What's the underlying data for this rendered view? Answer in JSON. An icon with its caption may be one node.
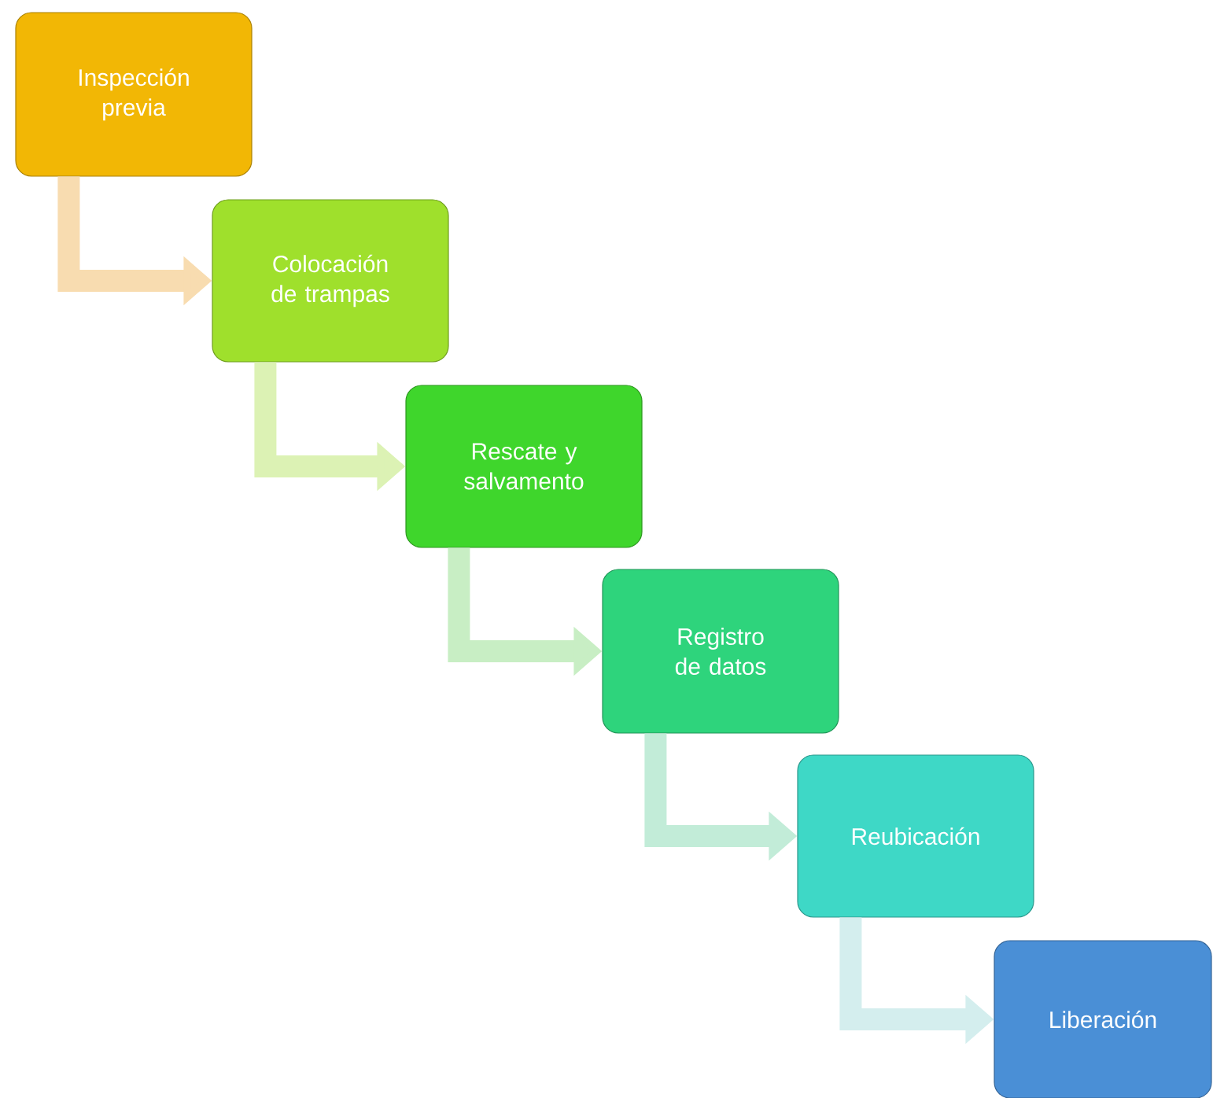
{
  "diagram": {
    "nodes": [
      {
        "text": [
          "Inspección previa"
        ]
      },
      {
        "text": [
          "Colocación de trampas"
        ]
      },
      {
        "text": [
          "Rescate y salvamento"
        ]
      },
      {
        "text": [
          "Registro de datos"
        ]
      },
      {
        "text": [
          "Reubicación"
        ]
      },
      {
        "text": [
          "Liberación"
        ]
      }
    ],
    "edges": [
      {
        "from": 0,
        "to": 1,
        "arrow": "to",
        "color": "#f8dcb0"
      },
      {
        "from": 1,
        "to": 2,
        "arrow": "to",
        "color": "#dcf2b4"
      },
      {
        "from": 2,
        "to": 3,
        "arrow": "to",
        "color": "#c8eec4"
      },
      {
        "from": 3,
        "to": 4,
        "arrow": "to",
        "color": "#c2ecd8"
      },
      {
        "from": 4,
        "to": 5,
        "arrow": "to",
        "color": "#d4eeee"
      }
    ]
  }
}
